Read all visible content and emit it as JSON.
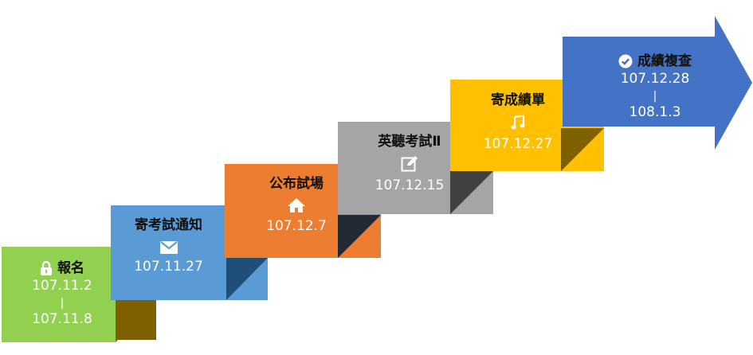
{
  "steps": [
    {
      "title": "報名",
      "icon": "lock-icon",
      "date_start": "107.11.2",
      "separator": "|",
      "date_end": "107.11.8",
      "color": "#92D050",
      "fold_color": "#7F6000"
    },
    {
      "title": "寄考試通知",
      "icon": "envelope-icon",
      "date": "107.11.27",
      "color": "#5B9BD5",
      "fold_color": "#1F4E79"
    },
    {
      "title": "公布試場",
      "icon": "home-icon",
      "date": "107.12.7",
      "color": "#ED7D31",
      "fold_color": "#222A35"
    },
    {
      "title": "英聽考試Ⅱ",
      "icon": "edit-icon",
      "date": "107.12.15",
      "color": "#A5A5A5",
      "fold_color": "#404040"
    },
    {
      "title": "寄成績單",
      "icon": "music-note-icon",
      "date": "107.12.27",
      "color": "#FFC000",
      "fold_color": "#7F6000"
    },
    {
      "title": "成績複查",
      "icon": "check-circle-icon",
      "date_start": "107.12.28",
      "separator": "|",
      "date_end": "108.1.3",
      "color": "#4472C4"
    }
  ]
}
